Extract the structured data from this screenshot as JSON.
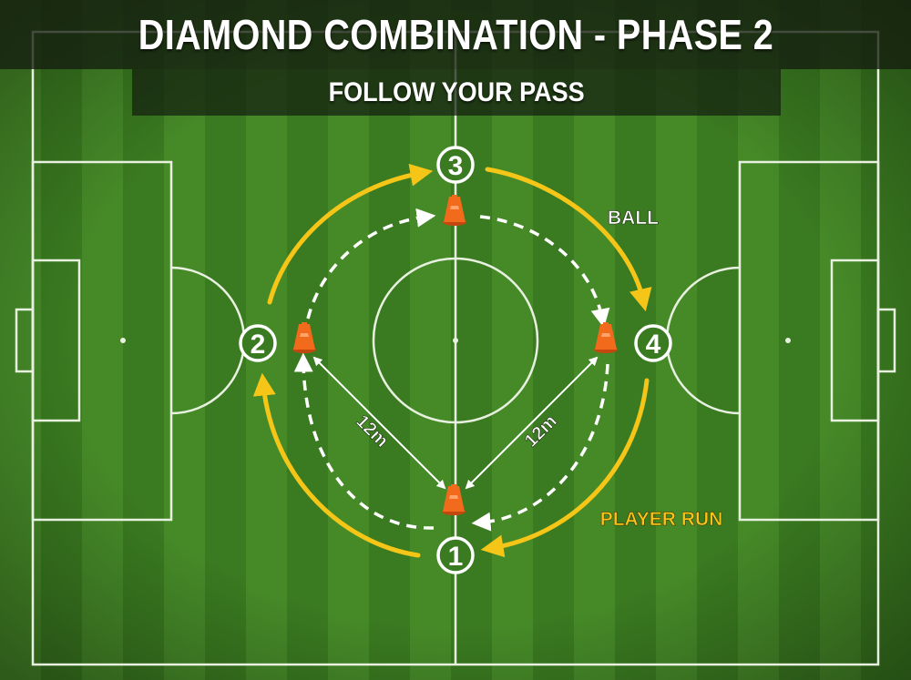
{
  "title": "DIAMOND COMBINATION - PHASE 2",
  "subtitle": "FOLLOW YOUR PASS",
  "labels": {
    "ball": "BALL",
    "player_run": "PLAYER RUN",
    "distance_left": "12m",
    "distance_right": "12m"
  },
  "players": [
    {
      "number": "1"
    },
    {
      "number": "2"
    },
    {
      "number": "3"
    },
    {
      "number": "4"
    }
  ],
  "colors": {
    "grass_dark": "#3a7a20",
    "grass_light": "#4a8f2a",
    "lines": "#e8f0e0",
    "player_run": "#f5c518",
    "ball_path": "#ffffff",
    "cone": "#f26a1b"
  }
}
